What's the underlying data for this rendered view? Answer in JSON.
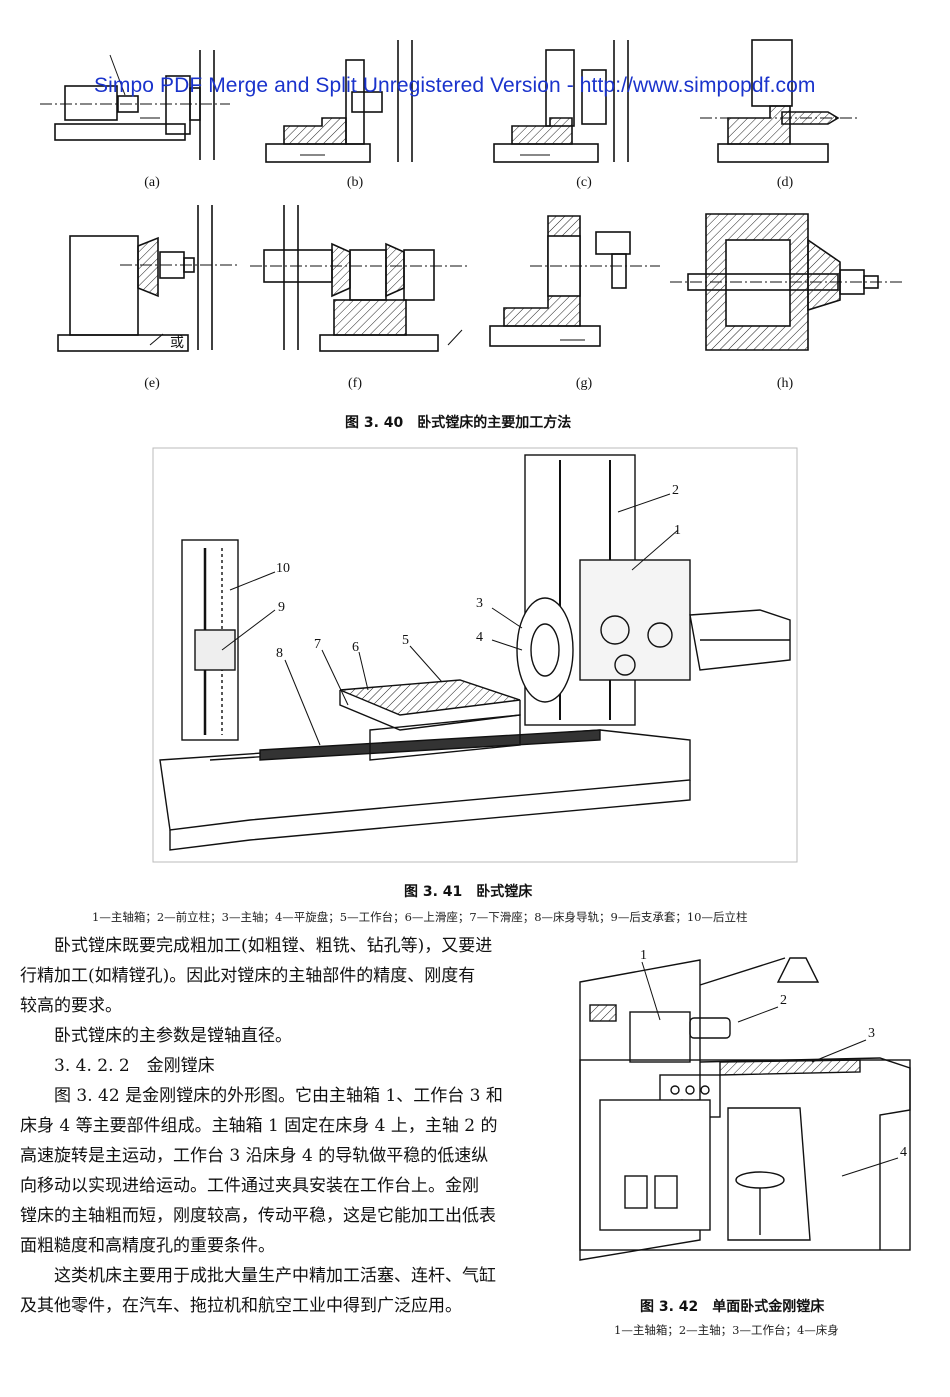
{
  "watermark": "Simpo PDF Merge and Split Unregistered Version - http://www.simpopdf.com",
  "fig340": {
    "subfigs": [
      "(a)",
      "(b)",
      "(c)",
      "(d)",
      "(e)",
      "(f)",
      "(g)",
      "(h)"
    ],
    "or_label": "或",
    "caption": "图 3. 40　卧式镗床的主要加工方法"
  },
  "fig341": {
    "caption": "图 3. 41　卧式镗床",
    "callouts": [
      "1",
      "2",
      "3",
      "4",
      "5",
      "6",
      "7",
      "8",
      "9",
      "10"
    ],
    "legend": "1—主轴箱；2—前立柱；3—主轴；4—平旋盘；5—工作台；6—上滑座；7—下滑座；8—床身导轨；9—后支承套；10—后立柱"
  },
  "fig342": {
    "caption": "图 3. 42　单面卧式金刚镗床",
    "callouts": [
      "1",
      "2",
      "3",
      "4"
    ],
    "legend": "1—主轴箱；2—主轴；3—工作台；4—床身"
  },
  "text": {
    "p1_line1": "卧式镗床既要完成粗加工(如粗镗、粗铣、钻孔等)，又要进",
    "p1_line2": "行精加工(如精镗孔)。因此对镗床的主轴部件的精度、刚度有",
    "p1_line3": "较高的要求。",
    "p2": "卧式镗床的主参数是镗轴直径。",
    "heading": "3. 4. 2. 2　金刚镗床",
    "p3_line1": "图 3. 42 是金刚镗床的外形图。它由主轴箱 1、工作台 3 和",
    "p3_line2": "床身 4 等主要部件组成。主轴箱 1 固定在床身 4 上，主轴 2 的",
    "p3_line3": "高速旋转是主运动，工作台 3 沿床身 4 的导轨做平稳的低速纵",
    "p3_line4": "向移动以实现进给运动。工件通过夹具安装在工作台上。金刚",
    "p3_line5": "镗床的主轴粗而短，刚度较高，传动平稳，这是它能加工出低表",
    "p3_line6": "面粗糙度和高精度孔的重要条件。",
    "p4_line1": "这类机床主要用于成批大量生产中精加工活塞、连杆、气缸",
    "p4_line2": "及其他零件，在汽车、拖拉机和航空工业中得到广泛应用。"
  }
}
